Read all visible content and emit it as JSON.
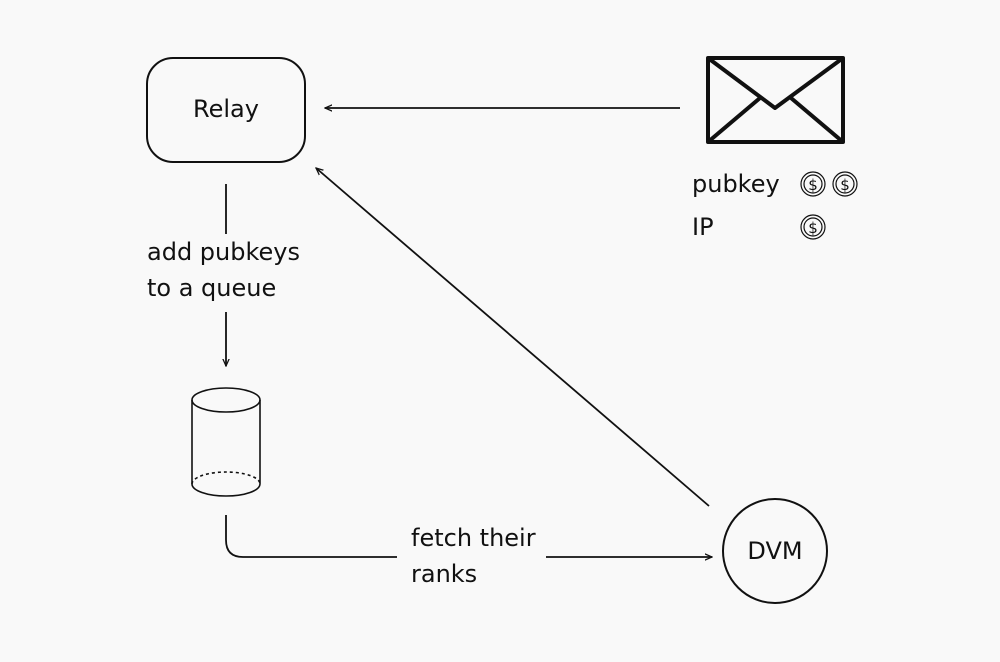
{
  "nodes": {
    "relay": {
      "label": "Relay"
    },
    "dvm": {
      "label": "DVM"
    }
  },
  "labels": {
    "add_line1": "add pubkeys",
    "add_line2": "to a queue",
    "fetch_line1": "fetch their",
    "fetch_line2": "ranks"
  },
  "costs": [
    {
      "label": "pubkey",
      "coins": 2
    },
    {
      "label": "IP",
      "coins": 1
    }
  ],
  "icons": {
    "message": "envelope-icon",
    "queue": "database-cylinder-icon",
    "coin": "dollar-coin-icon"
  },
  "colors": {
    "stroke": "#111111",
    "background": "#f9f9f9"
  }
}
